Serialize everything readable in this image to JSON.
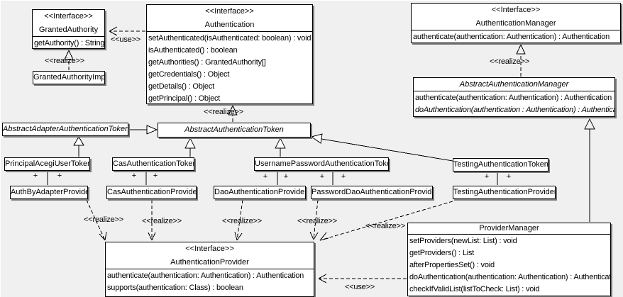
{
  "diagram": {
    "background_color": "#f0f0f0",
    "box_fill": "#ffffff",
    "box_border": "#000000",
    "shadow_color": "#7a7a7a"
  },
  "labels": {
    "realize": "<<realize>>",
    "use": "<<use>>",
    "plus": "+"
  },
  "classes": {
    "granted_authority": {
      "stereotype": "<<Interface>>",
      "name": "GrantedAuthority",
      "methods": [
        "getAuthority() : String"
      ]
    },
    "granted_authority_impl": {
      "name": "GrantedAuthorityImpl"
    },
    "authentication": {
      "stereotype": "<<Interface>>",
      "name": "Authentication",
      "methods": [
        "setAuthenticated(isAuthenticated: boolean) : void",
        "isAuthenticated() : boolean",
        "getAuthorities() : GrantedAuthority[]",
        "getCredentials() : Object",
        "getDetails() : Object",
        "getPrincipal() : Object"
      ]
    },
    "authentication_manager": {
      "stereotype": "<<Interface>>",
      "name": "AuthenticationManager",
      "methods": [
        "authenticate(authentication: Authentication) : Authentication"
      ]
    },
    "abstract_authentication_manager": {
      "name": "AbstractAuthenticationManager",
      "methods": [
        "authenticate(authentication: Authentication) : Authentication",
        "doAuthentication(authentication : Authentication) : Authentication"
      ]
    },
    "abstract_adapter_authentication_token": {
      "name": "AbstractAdapterAuthenticationToken"
    },
    "abstract_authentication_token": {
      "name": "AbstractAuthenticationToken"
    },
    "principal_acegi_user_token": {
      "name": "PrincipalAcegiUserToken"
    },
    "cas_authentication_token": {
      "name": "CasAuthenticationToken"
    },
    "username_password_authentication_token": {
      "name": "UsernamePasswordAuthenticationToken"
    },
    "testing_authentication_token": {
      "name": "TestingAuthenticationToken"
    },
    "auth_by_adapter_provider": {
      "name": "AuthByAdapterProvider"
    },
    "cas_authentication_provider": {
      "name": "CasAuthenticationProvider"
    },
    "dao_authentication_provider": {
      "name": "DaoAuthenticationProvider"
    },
    "password_dao_authentication_provider": {
      "name": "PasswordDaoAuthenticationProvider"
    },
    "testing_authentication_provider": {
      "name": "TestingAuthenticationProvider"
    },
    "authentication_provider": {
      "stereotype": "<<Interface>>",
      "name": "AuthenticationProvider",
      "methods": [
        "authenticate(authentication: Authentication) : Authentication",
        "supports(authentication: Class) : boolean"
      ]
    },
    "provider_manager": {
      "name": "ProviderManager",
      "methods": [
        "setProviders(newList: List) : void",
        "getProviders() : List",
        "afterPropertiesSet() : void",
        "doAuthentication(authentication: Authentication) : Authentication",
        "checkIfValidList(listToCheck: List) : void"
      ]
    }
  },
  "relationships": [
    {
      "from": "Authentication",
      "to": "GrantedAuthority",
      "type": "dependency",
      "label": "<<use>>"
    },
    {
      "from": "GrantedAuthorityImpl",
      "to": "GrantedAuthority",
      "type": "realization",
      "label": "<<realize>>"
    },
    {
      "from": "AbstractAuthenticationManager",
      "to": "AuthenticationManager",
      "type": "realization",
      "label": "<<realize>>"
    },
    {
      "from": "AbstractAuthenticationToken",
      "to": "Authentication",
      "type": "realization",
      "label": "<<realize>>"
    },
    {
      "from": "AbstractAdapterAuthenticationToken",
      "to": "AbstractAuthenticationToken",
      "type": "generalization"
    },
    {
      "from": "PrincipalAcegiUserToken",
      "to": "AbstractAdapterAuthenticationToken",
      "type": "generalization"
    },
    {
      "from": "CasAuthenticationToken",
      "to": "AbstractAuthenticationToken",
      "type": "generalization"
    },
    {
      "from": "UsernamePasswordAuthenticationToken",
      "to": "AbstractAuthenticationToken",
      "type": "generalization"
    },
    {
      "from": "TestingAuthenticationToken",
      "to": "AbstractAuthenticationToken",
      "type": "generalization"
    },
    {
      "from": "ProviderManager",
      "to": "AbstractAuthenticationManager",
      "type": "generalization"
    },
    {
      "from": "PrincipalAcegiUserToken",
      "to": "AuthByAdapterProvider",
      "type": "association",
      "end_labels": [
        "+",
        "+"
      ]
    },
    {
      "from": "CasAuthenticationToken",
      "to": "CasAuthenticationProvider",
      "type": "association",
      "end_labels": [
        "+",
        "+"
      ]
    },
    {
      "from": "UsernamePasswordAuthenticationToken",
      "to": "DaoAuthenticationProvider",
      "type": "association",
      "end_labels": [
        "+",
        "+"
      ]
    },
    {
      "from": "UsernamePasswordAuthenticationToken",
      "to": "PasswordDaoAuthenticationProvider",
      "type": "association",
      "end_labels": [
        "+",
        "+"
      ]
    },
    {
      "from": "TestingAuthenticationToken",
      "to": "TestingAuthenticationProvider",
      "type": "association",
      "end_labels": [
        "+",
        "+"
      ]
    },
    {
      "from": "AuthByAdapterProvider",
      "to": "AuthenticationProvider",
      "type": "realization",
      "label": "<<realize>>"
    },
    {
      "from": "CasAuthenticationProvider",
      "to": "AuthenticationProvider",
      "type": "realization",
      "label": "<<realize>>"
    },
    {
      "from": "DaoAuthenticationProvider",
      "to": "AuthenticationProvider",
      "type": "realization",
      "label": "<<realize>>"
    },
    {
      "from": "PasswordDaoAuthenticationProvider",
      "to": "AuthenticationProvider",
      "type": "realization",
      "label": "<<realize>>"
    },
    {
      "from": "TestingAuthenticationProvider",
      "to": "AuthenticationProvider",
      "type": "realization",
      "label": "<<realize>>"
    },
    {
      "from": "ProviderManager",
      "to": "AuthenticationProvider",
      "type": "dependency",
      "label": "<<use>>"
    }
  ]
}
